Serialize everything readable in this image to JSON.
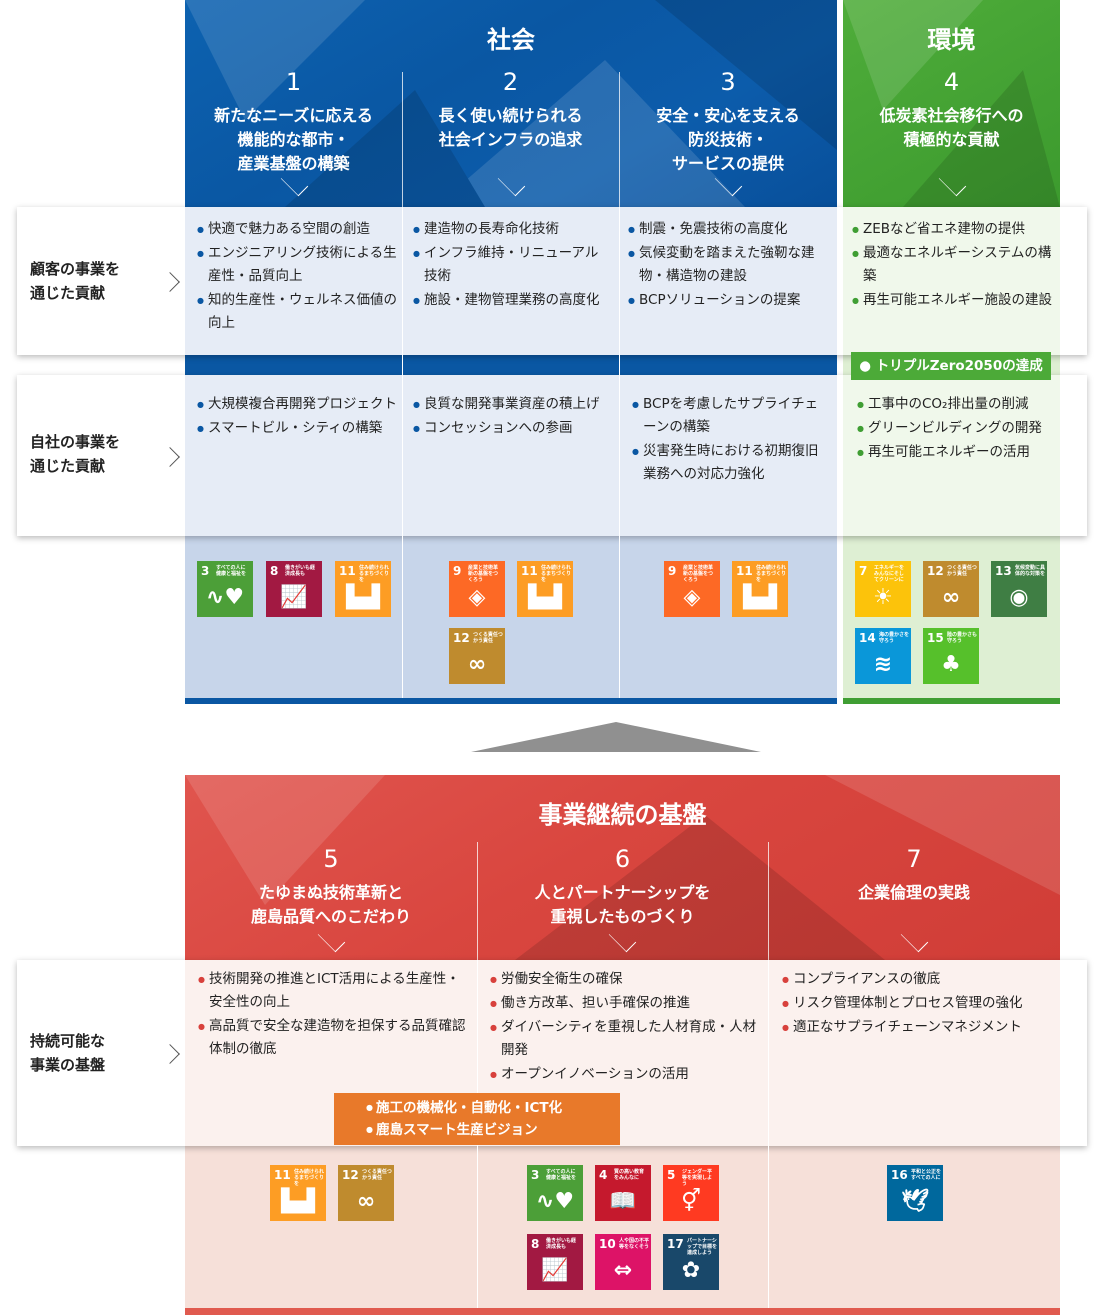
{
  "top": {
    "society_title": "社会",
    "environment_title": "環境",
    "columns": [
      {
        "number": "1",
        "title_lines": [
          "新たなニーズに応える",
          "機能的な都市・",
          "産業基盤の構築"
        ]
      },
      {
        "number": "2",
        "title_lines": [
          "長く使い続けられる",
          "社会インフラの追求"
        ]
      },
      {
        "number": "3",
        "title_lines": [
          "安全・安心を支える",
          "防災技術・",
          "サービスの提供"
        ]
      },
      {
        "number": "4",
        "title_lines": [
          "低炭素社会移行への",
          "積極的な貢献"
        ]
      }
    ]
  },
  "rows": {
    "customer": {
      "label_lines": [
        "顧客の事業を",
        "通じた貢献"
      ]
    },
    "own": {
      "label_lines": [
        "自社の事業を",
        "通じた貢献"
      ]
    },
    "sustain": {
      "label_lines": [
        "持続可能な",
        "事業の基盤"
      ]
    }
  },
  "customer_items": [
    [
      "快適で魅力ある空間の創造",
      "エンジニアリング技術による生産性・品質向上",
      "知的生産性・ウェルネス価値の向上"
    ],
    [
      "建造物の長寿命化技術",
      "インフラ維持・リニューアル技術",
      "施設・建物管理業務の高度化"
    ],
    [
      "制震・免震技術の高度化",
      "気候変動を踏まえた強靭な建物・構造物の建設",
      "BCPソリューションの提案"
    ],
    [
      "ZEBなど省エネ建物の提供",
      "最適なエネルギーシステムの構築",
      "再生可能エネルギー施設の建設"
    ]
  ],
  "green_highlight": "トリプルZero2050の達成",
  "own_items": [
    [
      "大規模複合再開発プロジェクト",
      "スマートビル・シティの構築"
    ],
    [
      "良質な開発事業資産の積上げ",
      "コンセッションへの参画"
    ],
    [
      "BCPを考慮したサプライチェーンの構築",
      "災害発生時における初期復旧業務への対応力強化"
    ],
    [
      "工事中のCO₂排出量の削減",
      "グリーンビルディングの開発",
      "再生可能エネルギーの活用"
    ]
  ],
  "foundation": {
    "title": "事業継続の基盤",
    "columns": [
      {
        "number": "5",
        "title_lines": [
          "たゆまぬ技術革新と",
          "鹿島品質へのこだわり"
        ]
      },
      {
        "number": "6",
        "title_lines": [
          "人とパートナーシップを",
          "重視したものづくり"
        ]
      },
      {
        "number": "7",
        "title_lines": [
          "企業倫理の実践"
        ]
      }
    ],
    "items": [
      [
        "技術開発の推進とICT活用による生産性・安全性の向上",
        "高品質で安全な建造物を担保する品質確認体制の徹底"
      ],
      [
        "労働安全衛生の確保",
        "働き方改革、担い手確保の推進",
        "ダイバーシティを重視した人材育成・人材開発",
        "オープンイノベーションの活用"
      ],
      [
        "コンプライアンスの徹底",
        "リスク管理体制とプロセス管理の強化",
        "適正なサプライチェーンマネジメント"
      ]
    ],
    "orange_items": [
      "施工の機械化・自動化・ICT化",
      "鹿島スマート生産ビジョン"
    ]
  },
  "sdg_icons": {
    "g3": {
      "num": "3",
      "text": "すべての人に健康と福祉を",
      "icon": "heartbeat-icon",
      "color": "#4c9f38"
    },
    "g4": {
      "num": "4",
      "text": "質の高い教育をみんなに",
      "icon": "book-icon",
      "color": "#c5192d"
    },
    "g5": {
      "num": "5",
      "text": "ジェンダー平等を実現しよう",
      "icon": "gender-icon",
      "color": "#ff3a21"
    },
    "g7": {
      "num": "7",
      "text": "エネルギーをみんなにそしてクリーンに",
      "icon": "sun-icon",
      "color": "#fcc30b"
    },
    "g8": {
      "num": "8",
      "text": "働きがいも経済成長も",
      "icon": "growth-chart-icon",
      "color": "#a21942"
    },
    "g9": {
      "num": "9",
      "text": "産業と技術革新の基盤をつくろう",
      "icon": "cubes-icon",
      "color": "#fd6925"
    },
    "g10": {
      "num": "10",
      "text": "人や国の不平等をなくそう",
      "icon": "equality-icon",
      "color": "#dd1367"
    },
    "g11": {
      "num": "11",
      "text": "住み続けられるまちづくりを",
      "icon": "city-icon",
      "color": "#fd9d24"
    },
    "g12": {
      "num": "12",
      "text": "つくる責任つかう責任",
      "icon": "infinity-icon",
      "color": "#bf8b2e"
    },
    "g13": {
      "num": "13",
      "text": "気候変動に具体的な対策を",
      "icon": "eye-globe-icon",
      "color": "#3f7e44"
    },
    "g14": {
      "num": "14",
      "text": "海の豊かさを守ろう",
      "icon": "fish-icon",
      "color": "#0a97d9"
    },
    "g15": {
      "num": "15",
      "text": "陸の豊かさも守ろう",
      "icon": "tree-icon",
      "color": "#56c02b"
    },
    "g16": {
      "num": "16",
      "text": "平和と公正をすべての人に",
      "icon": "dove-icon",
      "color": "#00689d"
    },
    "g17": {
      "num": "17",
      "text": "パートナーシップで目標を達成しよう",
      "icon": "flower-rings-icon",
      "color": "#19486a"
    }
  }
}
